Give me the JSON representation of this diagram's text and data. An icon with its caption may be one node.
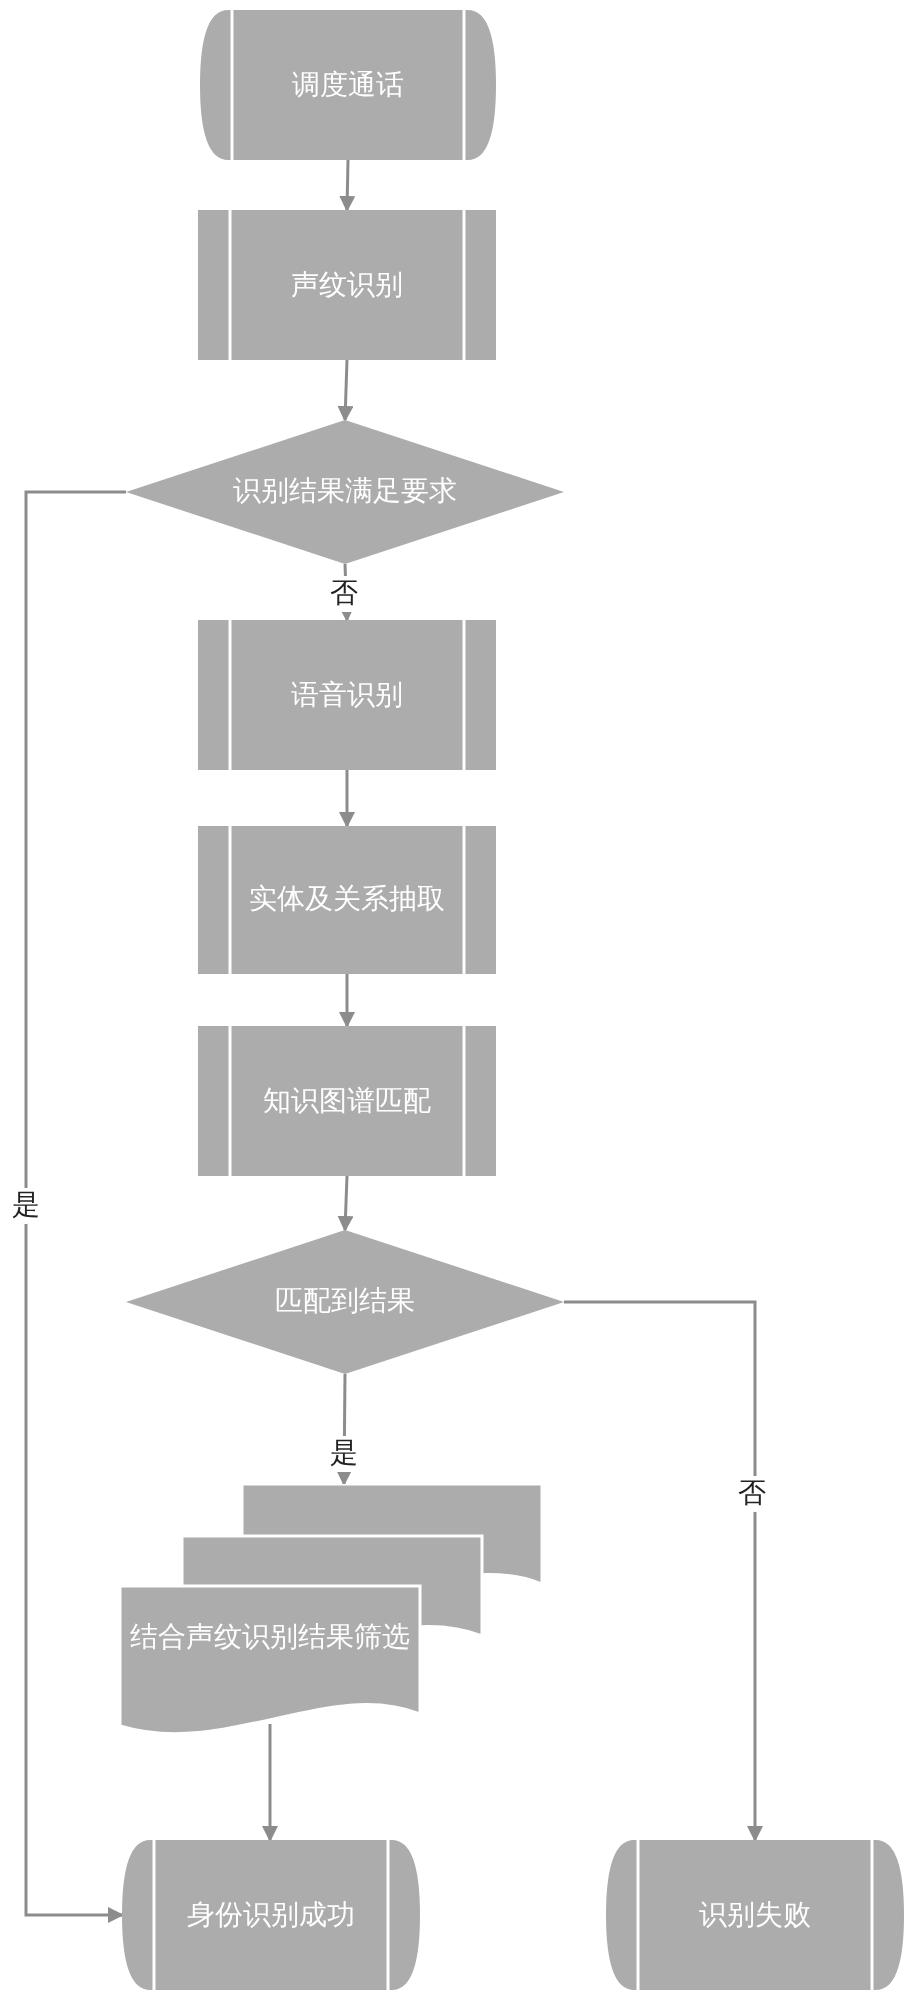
{
  "diagram": {
    "nodes": [
      {
        "text": [
          "调度通话"
        ]
      },
      {
        "text": [
          "声纹识别"
        ]
      },
      {
        "text": [
          "识别结果满足要求"
        ]
      },
      {
        "text": [
          "语音识别"
        ]
      },
      {
        "text": [
          "实体及关系抽取"
        ]
      },
      {
        "text": [
          "知识图谱匹配"
        ]
      },
      {
        "text": [
          "匹配到结果"
        ]
      },
      {
        "text": [
          "结合声纹识别结果筛选"
        ]
      },
      {
        "text": [
          "身份识别成功"
        ]
      },
      {
        "text": [
          "识别失败"
        ]
      }
    ],
    "edges": [
      {
        "from": 0,
        "to": 1,
        "arrow": "to"
      },
      {
        "from": 1,
        "to": 2,
        "arrow": "to"
      },
      {
        "from": 2,
        "to": 3,
        "arrow": "to",
        "label": "否"
      },
      {
        "from": 3,
        "to": 4,
        "arrow": "to"
      },
      {
        "from": 4,
        "to": 5,
        "arrow": "to"
      },
      {
        "from": 5,
        "to": 6,
        "arrow": "to"
      },
      {
        "from": 6,
        "to": 7,
        "arrow": "to",
        "label": "是"
      },
      {
        "from": 7,
        "to": 8,
        "arrow": "to"
      },
      {
        "from": 2,
        "to": 8,
        "arrow": "to",
        "label": "是"
      },
      {
        "from": 6,
        "to": 9,
        "arrow": "to",
        "label": "否"
      }
    ]
  }
}
